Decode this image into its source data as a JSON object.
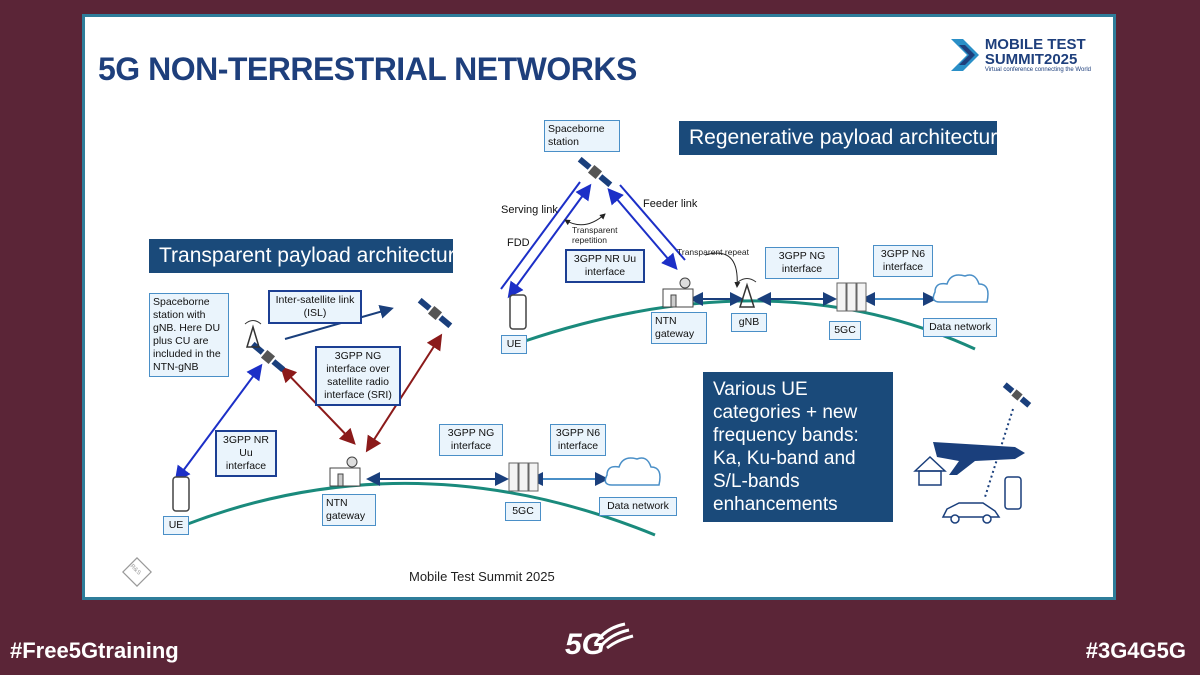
{
  "title": "5G NON-TERRESTRIAL NETWORKS",
  "brand": {
    "line1": "MOBILE TEST",
    "line2": "SUMMIT2025",
    "tagline": "Virtual conference connecting the World"
  },
  "regen": {
    "banner": "Regenerative payload architecture",
    "spaceborne": "Spaceborne station",
    "serving_link": "Serving link",
    "feeder_link": "Feeder link",
    "fdd": "FDD",
    "transparent_repetition": "Transparent repetition",
    "transparent_repeat": "Transparent repeat",
    "nr_uu": "3GPP NR Uu interface",
    "ng": "3GPP NG interface",
    "n6": "3GPP N6 interface",
    "ntn_gateway": "NTN gateway",
    "gnb": "gNB",
    "fivegc": "5GC",
    "data_network": "Data network",
    "ue": "UE"
  },
  "transp": {
    "banner": "Transparent payload architecture",
    "spaceborne": "Spaceborne station with gNB. Here DU plus CU are included in the NTN-gNB",
    "isl": "Inter-satellite link (ISL)",
    "ng_sri": "3GPP NG interface over satellite radio interface (SRI)",
    "nr_uu": "3GPP NR Uu interface",
    "ng": "3GPP NG interface",
    "n6": "3GPP N6 interface",
    "ntn_gateway": "NTN gateway",
    "fivegc": "5GC",
    "data_network": "Data network",
    "ue": "UE"
  },
  "ue_categories": "Various UE categories + new frequency bands: Ka, Ku-band and S/L-bands enhancements",
  "footer_text": "Mobile Test Summit 2025",
  "rs_logo": "R&S",
  "hashtag_left": "#Free5Gtraining",
  "hashtag_right": "#3G4G5G",
  "fiveg_logo": "5G",
  "colors": {
    "banner": "#1a4a7a",
    "background": "#5b2537",
    "curve": "#1a8a7c",
    "arrow_blue": "#1c2fc7",
    "arrow_red": "#8b1a1a"
  }
}
